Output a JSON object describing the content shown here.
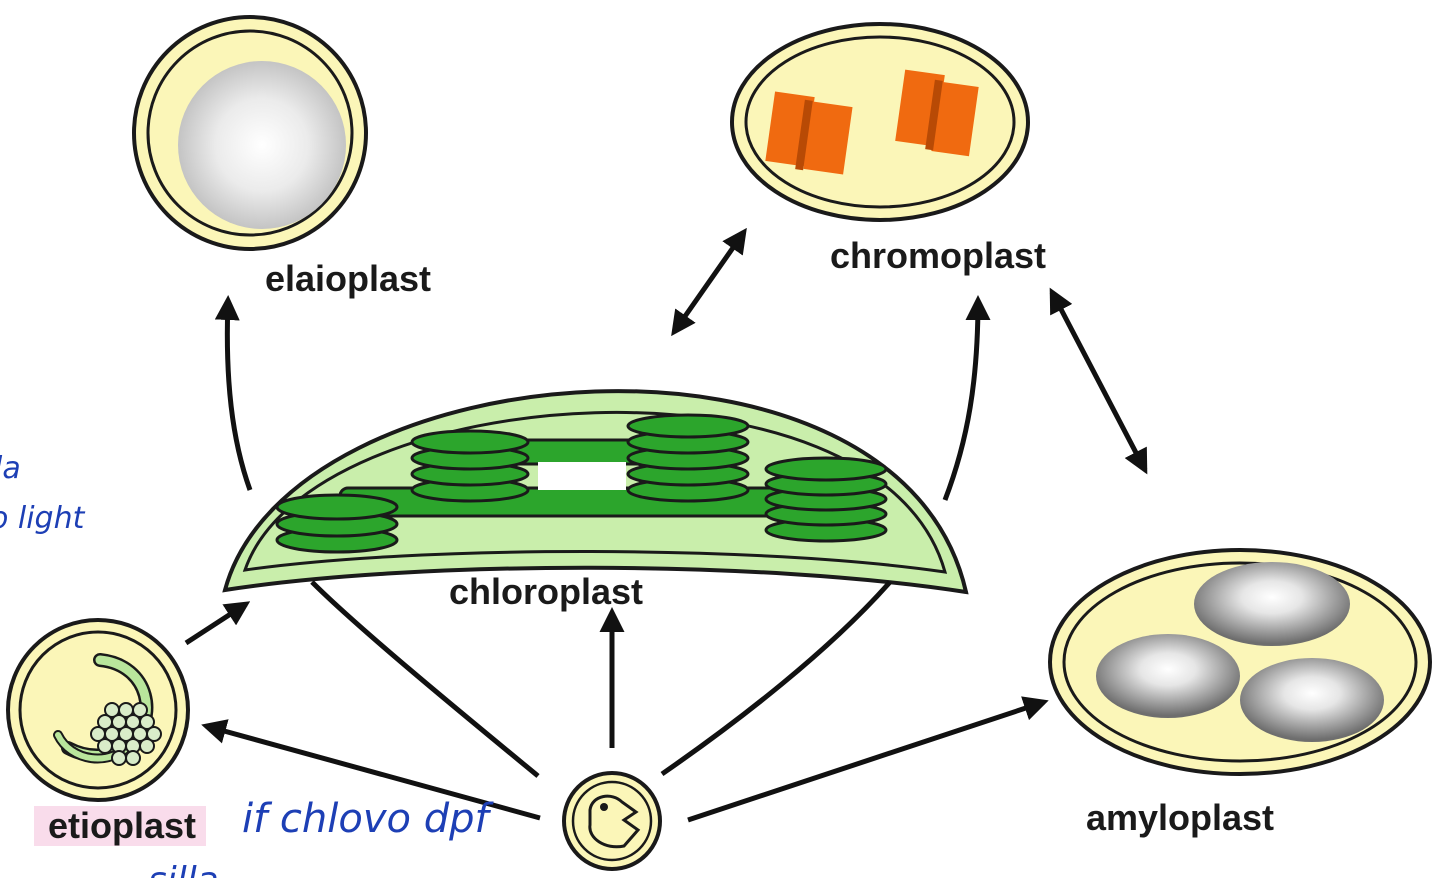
{
  "labels": {
    "elaioplast": "elaioplast",
    "chromoplast": "chromoplast",
    "chloroplast": "chloroplast",
    "etioplast": "etioplast",
    "amyloplast": "amyloplast"
  },
  "annotations": {
    "left_top": "la",
    "left_mid": "o light",
    "bottom_main": "if chlovo dpf",
    "bottom_cut": "silla"
  },
  "colors": {
    "plastid_fill": "#fbf6b8",
    "plastid_outline": "#1a1a1a",
    "chloroplast_fill": "#c9eeab",
    "thylakoid_green": "#2ca52c",
    "pigment_orange": "#f06a10",
    "handwriting_blue": "#1d3fb5",
    "etioplast_highlight": "#f9dceb"
  },
  "icons": {
    "arrowhead": "arrowhead-icon"
  }
}
